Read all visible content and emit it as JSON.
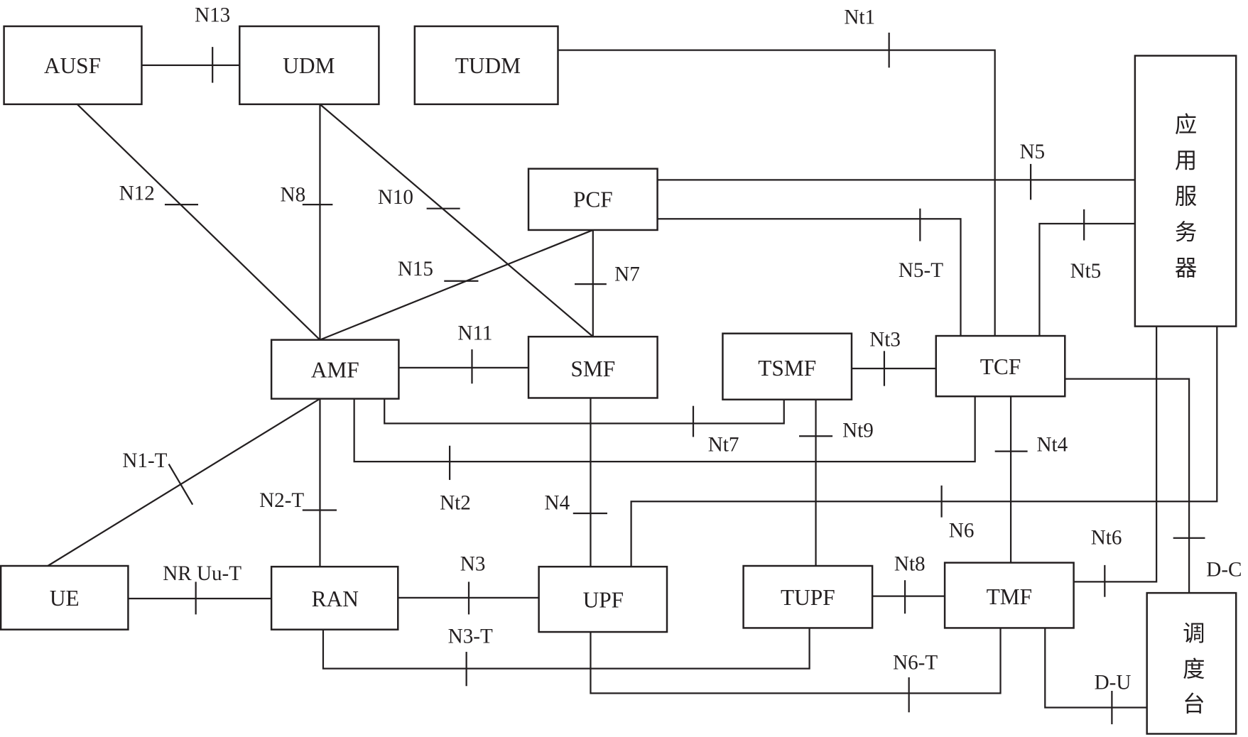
{
  "diagram": {
    "nodes": {
      "ausf": "AUSF",
      "udm": "UDM",
      "tudm": "TUDM",
      "pcf": "PCF",
      "amf": "AMF",
      "smf": "SMF",
      "tsmf": "TSMF",
      "tcf": "TCF",
      "ue": "UE",
      "ran": "RAN",
      "upf": "UPF",
      "tupf": "TUPF",
      "tmf": "TMF",
      "app_server": [
        "应",
        "用",
        "服",
        "务",
        "器"
      ],
      "dispatch": [
        "调",
        "度",
        "台"
      ]
    },
    "interfaces": {
      "n13": "N13",
      "nt1": "Nt1",
      "n12": "N12",
      "n8": "N8",
      "n10": "N10",
      "n5": "N5",
      "n5t": "N5-T",
      "nt5": "Nt5",
      "n15": "N15",
      "n7": "N7",
      "n11": "N11",
      "nt3": "Nt3",
      "nt7": "Nt7",
      "nt9": "Nt9",
      "nt4": "Nt4",
      "n1t": "N1-T",
      "nt2": "Nt2",
      "n2t": "N2-T",
      "n4": "N4",
      "n6": "N6",
      "nt6": "Nt6",
      "dc": "D-C",
      "nruut": "NR Uu-T",
      "n3": "N3",
      "nt8": "Nt8",
      "n3t": "N3-T",
      "n6t": "N6-T",
      "du": "D-U"
    }
  }
}
